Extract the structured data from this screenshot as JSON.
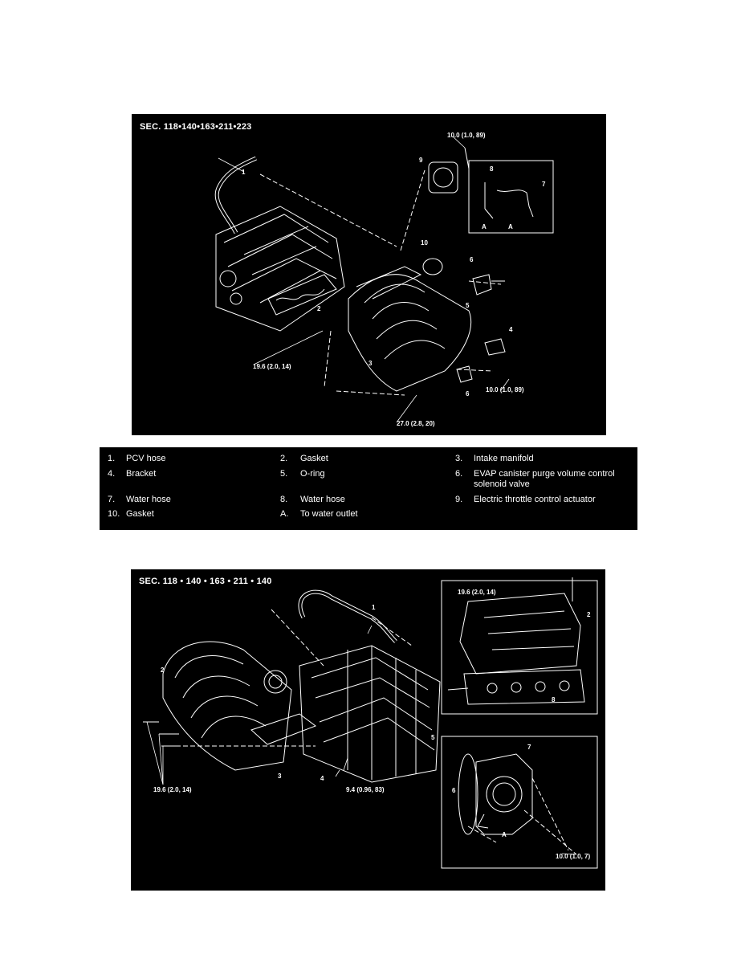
{
  "figure1": {
    "section": "SEC. 118•140•163•211•223",
    "torques": [
      "10.0 (1.0, 89)",
      "19.6 (2.0, 14)",
      "10.0 (1.0, 89)",
      "27.0 (2.8, 20)"
    ],
    "callouts": [
      "1",
      "2",
      "3",
      "4",
      "5",
      "6",
      "8",
      "7",
      "9",
      "10",
      "A",
      "A",
      "6"
    ]
  },
  "legend": {
    "items": [
      {
        "num": "1.",
        "text": "PCV hose"
      },
      {
        "num": "2.",
        "text": "Gasket"
      },
      {
        "num": "3.",
        "text": "Intake manifold"
      },
      {
        "num": "4.",
        "text": "Bracket"
      },
      {
        "num": "5.",
        "text": "O-ring"
      },
      {
        "num": "6.",
        "text": "EVAP canister purge volume control solenoid valve"
      },
      {
        "num": "7.",
        "text": "Water hose"
      },
      {
        "num": "8.",
        "text": "Water hose"
      },
      {
        "num": "9.",
        "text": "Electric throttle control actuator"
      },
      {
        "num": "10.",
        "text": "Gasket"
      },
      {
        "num": "A.",
        "text": "To water outlet"
      }
    ]
  },
  "figure2": {
    "section": "SEC. 118 • 140 • 163 • 211 • 140",
    "torques": [
      "19.6 (2.0, 14)",
      "19.6 (2.0, 14)",
      "9.4 (0.96, 83)",
      "10.0 (1.0, 7)"
    ],
    "callouts": [
      "1",
      "2",
      "2",
      "3",
      "4",
      "5",
      "6",
      "7",
      "8",
      "A"
    ]
  }
}
